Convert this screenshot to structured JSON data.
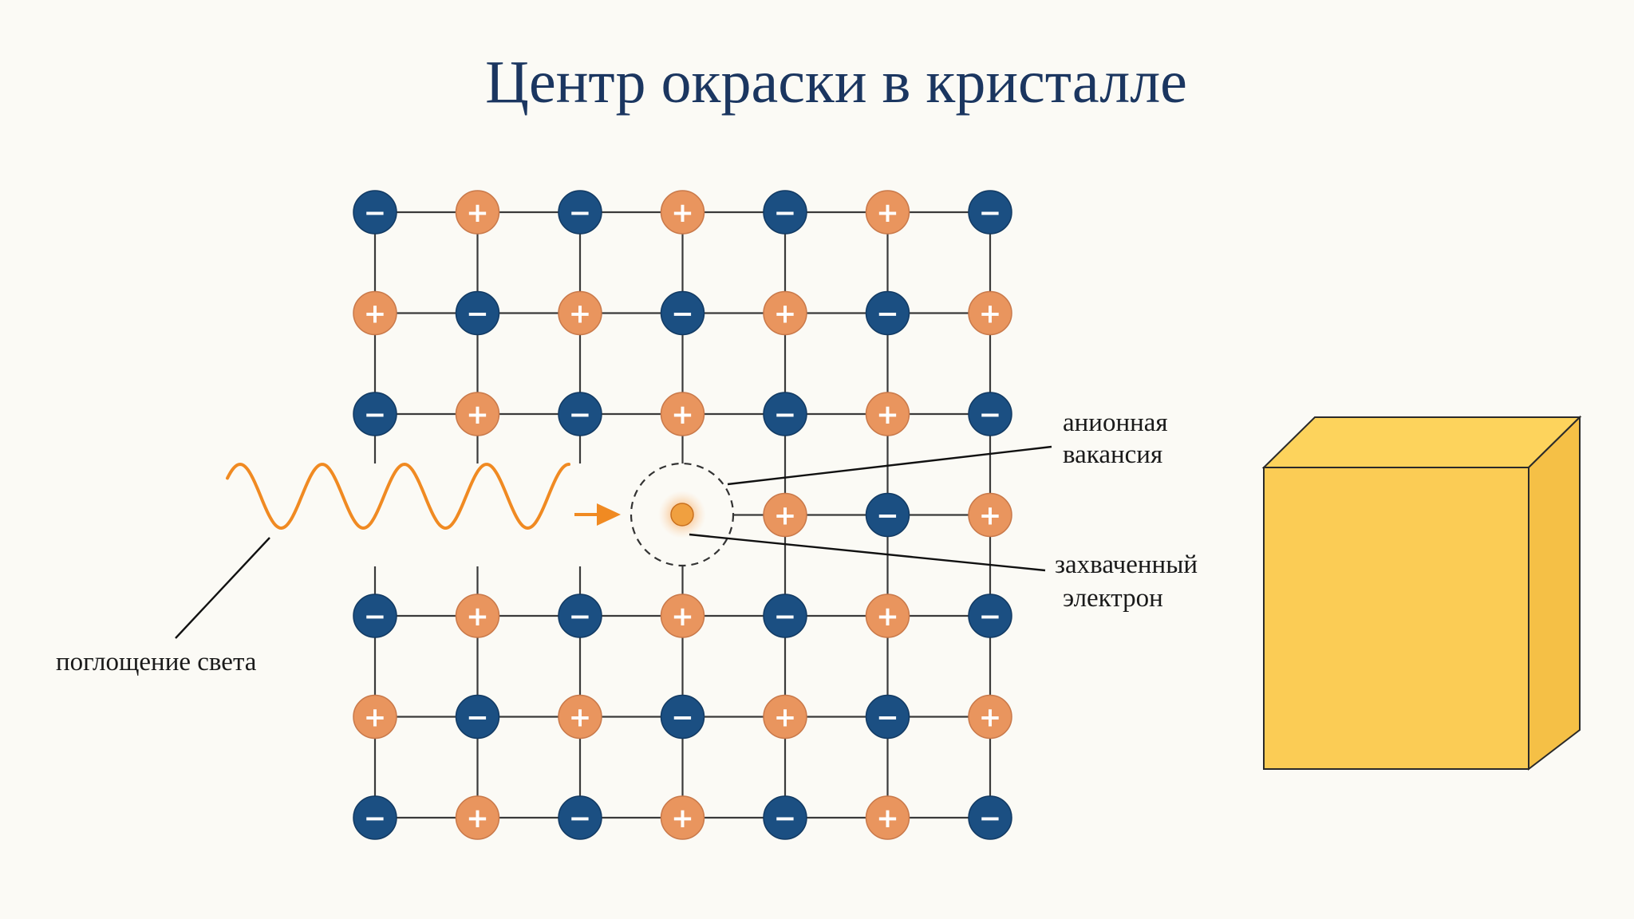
{
  "title": "Центр окраски в кристалле",
  "labels": {
    "vacancy_line1": "анионная",
    "vacancy_line2": "вакансия",
    "electron_line1": "захваченный",
    "electron_line2": "электрон",
    "light": "поглощение света"
  },
  "ions": {
    "anion_sign": "−",
    "cation_sign": "+"
  },
  "lattice": {
    "rows": 7,
    "cols": 7,
    "vacancy": [
      3,
      3
    ],
    "missing": [
      [
        3,
        0
      ],
      [
        3,
        1
      ],
      [
        3,
        2
      ]
    ]
  },
  "colors": {
    "background": "#fbfaf5",
    "title": "#1b3660",
    "anion": "#1b4f82",
    "cation": "#e9955e",
    "bond": "#3a3a3a",
    "wave": "#f08a22",
    "electron": "#f0a040",
    "crystal_front": "#fbcc55",
    "crystal_top": "#fdd35c",
    "crystal_side": "#f5c046",
    "crystal_edge": "#2a2a2a"
  }
}
